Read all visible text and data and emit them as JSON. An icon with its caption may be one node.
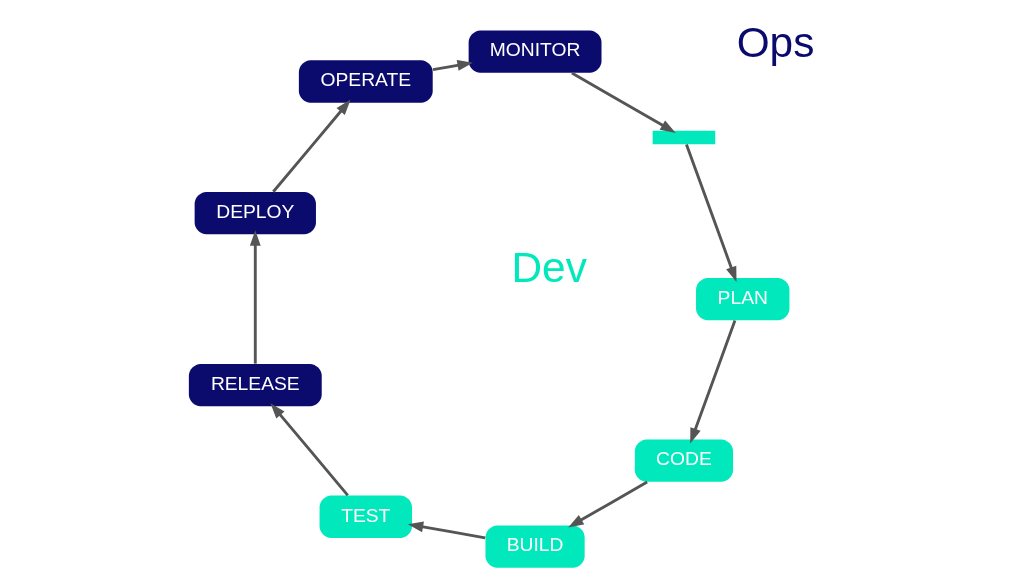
{
  "diagram": {
    "nodes": [
      {
        "text": [
          "CODE"
        ]
      },
      {
        "text": [
          "PLAN"
        ]
      },
      {
        "text": [
          "BUILD"
        ]
      },
      {
        "text": [
          "TEST"
        ]
      },
      {
        "text": [
          "RELEASE"
        ]
      },
      {
        "text": [
          "DEPLOY"
        ]
      },
      {
        "text": [
          "OPERATE"
        ]
      },
      {
        "text": [
          "MONITOR"
        ]
      },
      {
        "text": [],
        "shape": "bar"
      }
    ],
    "edges": [
      {
        "from": 1,
        "to": 0,
        "arrow": "to"
      },
      {
        "from": 0,
        "to": 2,
        "arrow": "to"
      },
      {
        "from": 2,
        "to": 3,
        "arrow": "to"
      },
      {
        "from": 3,
        "to": 4,
        "arrow": "to"
      },
      {
        "from": 4,
        "to": 5,
        "arrow": "to"
      },
      {
        "from": 5,
        "to": 6,
        "arrow": "to"
      },
      {
        "from": 6,
        "to": 7,
        "arrow": "to"
      },
      {
        "from": 7,
        "to": 8,
        "arrow": "to"
      },
      {
        "from": 8,
        "to": 1,
        "arrow": "to"
      }
    ],
    "labels": [
      "Dev",
      "Ops"
    ]
  }
}
